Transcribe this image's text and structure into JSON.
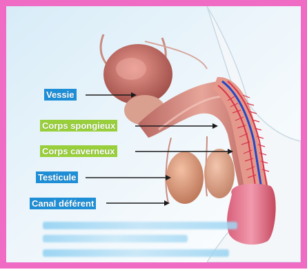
{
  "labels": {
    "vessie": "Vessie",
    "corps_spongieux": "Corps spongieux",
    "corps_caverneux": "Corps caverneux",
    "testicule": "Testicule",
    "canal_deferent": "Canal déférent"
  },
  "colors": {
    "frame": "#f06bc4",
    "label_blue": "#1e8fd6",
    "label_green": "#98cf3a",
    "artery_red": "#d8344a",
    "vein_blue": "#2447c4"
  }
}
